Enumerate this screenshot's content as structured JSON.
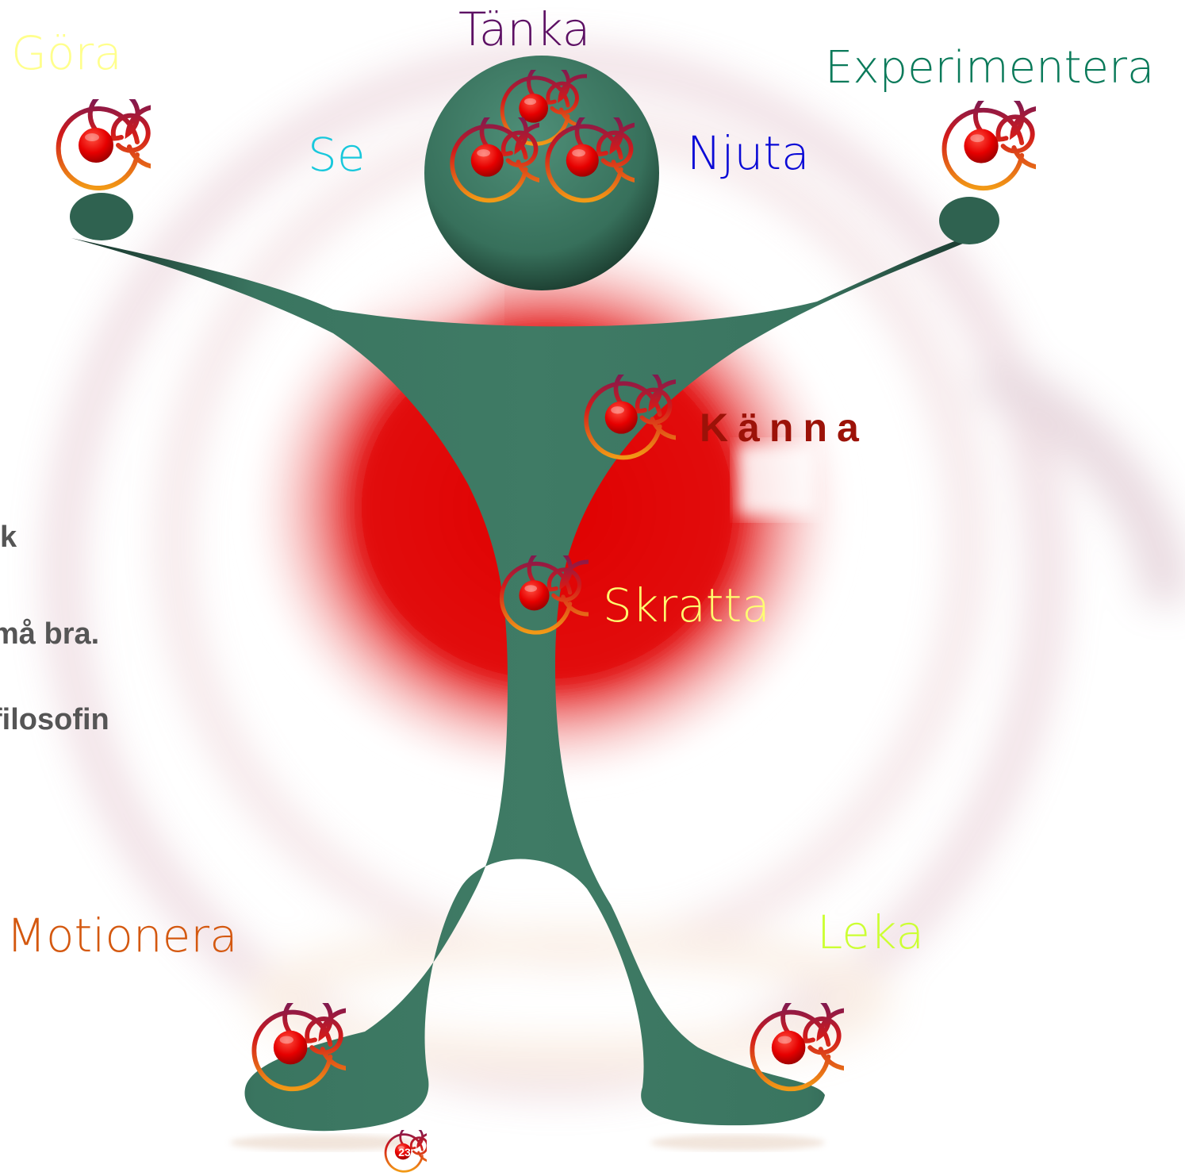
{
  "labels": {
    "gora": "Göra",
    "tanka": "Tänka",
    "experimentera": "Experimentera",
    "se": "Se",
    "njuta": "Njuta",
    "kanna": "Känna",
    "skratta": "Skratta",
    "motionera": "Motionera",
    "leka": "Leka"
  },
  "side_text": [
    "k",
    "må bra.",
    "filosofin"
  ],
  "page_number": "23",
  "colors": {
    "body": "#3a7560",
    "background_glow": "#e00000",
    "gora": "#ffff8c",
    "tanka": "#5c0f63",
    "experimentera": "#0a7a5a",
    "se": "#18c8dc",
    "njuta": "#0a0ad6",
    "kanna": "#9c1208",
    "skratta": "#ffff70",
    "motionera": "#d4580f",
    "leka": "#ccff33",
    "side_text": "#555555"
  },
  "icons": [
    "spiral-icon"
  ]
}
